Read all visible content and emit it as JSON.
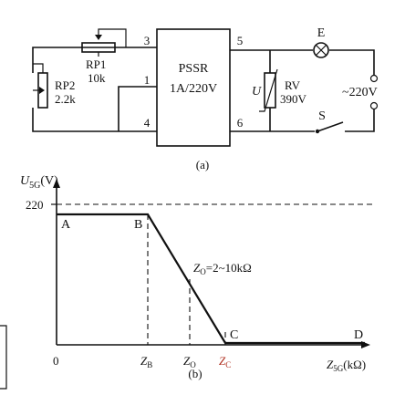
{
  "circuit": {
    "rp1_label": "RP1",
    "rp1_value": "10k",
    "rp2_label": "RP2",
    "rp2_value": "2.2k",
    "pssr_label": "PSSR",
    "pssr_rating": "1A/220V",
    "pin_3": "3",
    "pin_1": "1",
    "pin_4": "4",
    "pin_5": "5",
    "pin_6": "6",
    "lamp_label": "E",
    "varistor_symbol": "U",
    "varistor_label": "RV",
    "varistor_value": "390V",
    "supply_label": "~220V",
    "switch_label": "S",
    "caption": "(a)"
  },
  "chart_data": {
    "type": "line",
    "ylabel_main": "U",
    "ylabel_sub": "5G",
    "ylabel_unit": "(V)",
    "xlabel_main": "Z",
    "xlabel_sub": "5G",
    "xlabel_unit": "(kΩ)",
    "y_tick": "220",
    "origin_label": "0",
    "x_ticks": [
      {
        "main": "Z",
        "sub": "B"
      },
      {
        "main": "Z",
        "sub": "O"
      },
      {
        "main": "Z",
        "sub": "C"
      }
    ],
    "points": [
      "A",
      "B",
      "C",
      "D"
    ],
    "annotation": "Z",
    "annotation_sub": "O",
    "annotation_rest": "=2~10kΩ",
    "caption": "(b)"
  }
}
